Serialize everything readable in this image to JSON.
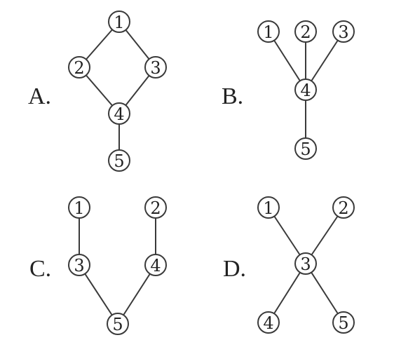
{
  "options": [
    {
      "label": "A.",
      "nodes": [
        "1",
        "2",
        "3",
        "4",
        "5"
      ],
      "edges": [
        [
          "1",
          "2"
        ],
        [
          "1",
          "3"
        ],
        [
          "2",
          "4"
        ],
        [
          "3",
          "4"
        ],
        [
          "4",
          "5"
        ]
      ]
    },
    {
      "label": "B.",
      "nodes": [
        "1",
        "2",
        "3",
        "4",
        "5"
      ],
      "edges": [
        [
          "1",
          "4"
        ],
        [
          "2",
          "4"
        ],
        [
          "3",
          "4"
        ],
        [
          "4",
          "5"
        ]
      ]
    },
    {
      "label": "C.",
      "nodes": [
        "1",
        "2",
        "3",
        "4",
        "5"
      ],
      "edges": [
        [
          "1",
          "3"
        ],
        [
          "2",
          "4"
        ],
        [
          "3",
          "5"
        ],
        [
          "4",
          "5"
        ]
      ]
    },
    {
      "label": "D.",
      "nodes": [
        "1",
        "2",
        "3",
        "4",
        "5"
      ],
      "edges": [
        [
          "1",
          "3"
        ],
        [
          "2",
          "3"
        ],
        [
          "3",
          "4"
        ],
        [
          "3",
          "5"
        ]
      ]
    }
  ]
}
